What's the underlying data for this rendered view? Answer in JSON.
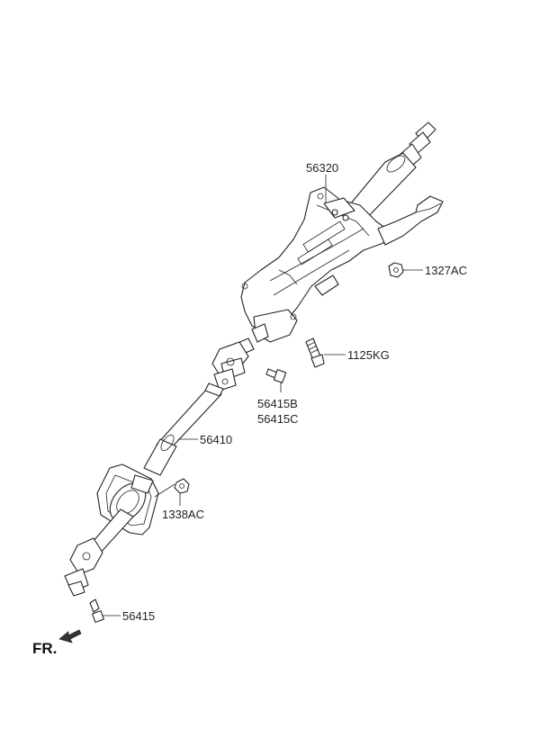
{
  "labels": {
    "p56320": "56320",
    "p1327AC": "1327AC",
    "p1125KG": "1125KG",
    "p56415B": "56415B",
    "p56415C": "56415C",
    "p56410": "56410",
    "p1338AC": "1338AC",
    "p56415": "56415",
    "fr": "FR."
  }
}
